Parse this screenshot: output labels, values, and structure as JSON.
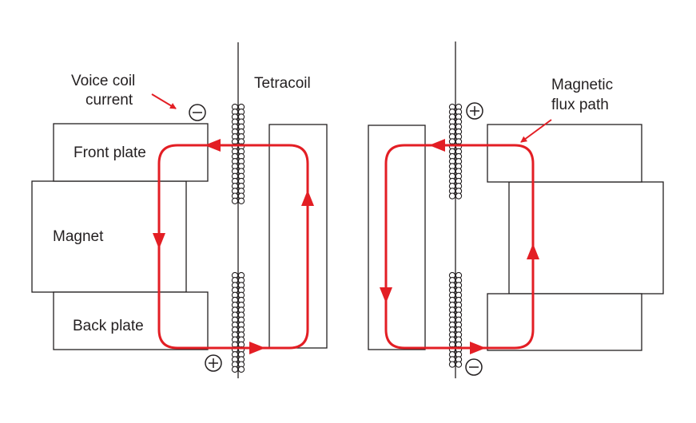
{
  "labels": {
    "voice_coil_line1": "Voice coil",
    "voice_coil_line2": "current",
    "tetracoil": "Tetracoil",
    "magnetic_line1": "Magnetic",
    "magnetic_line2": "flux path",
    "front_plate": "Front plate",
    "magnet": "Magnet",
    "back_plate": "Back plate"
  },
  "colors": {
    "flux": "#e31e24",
    "stroke": "#231f20"
  }
}
